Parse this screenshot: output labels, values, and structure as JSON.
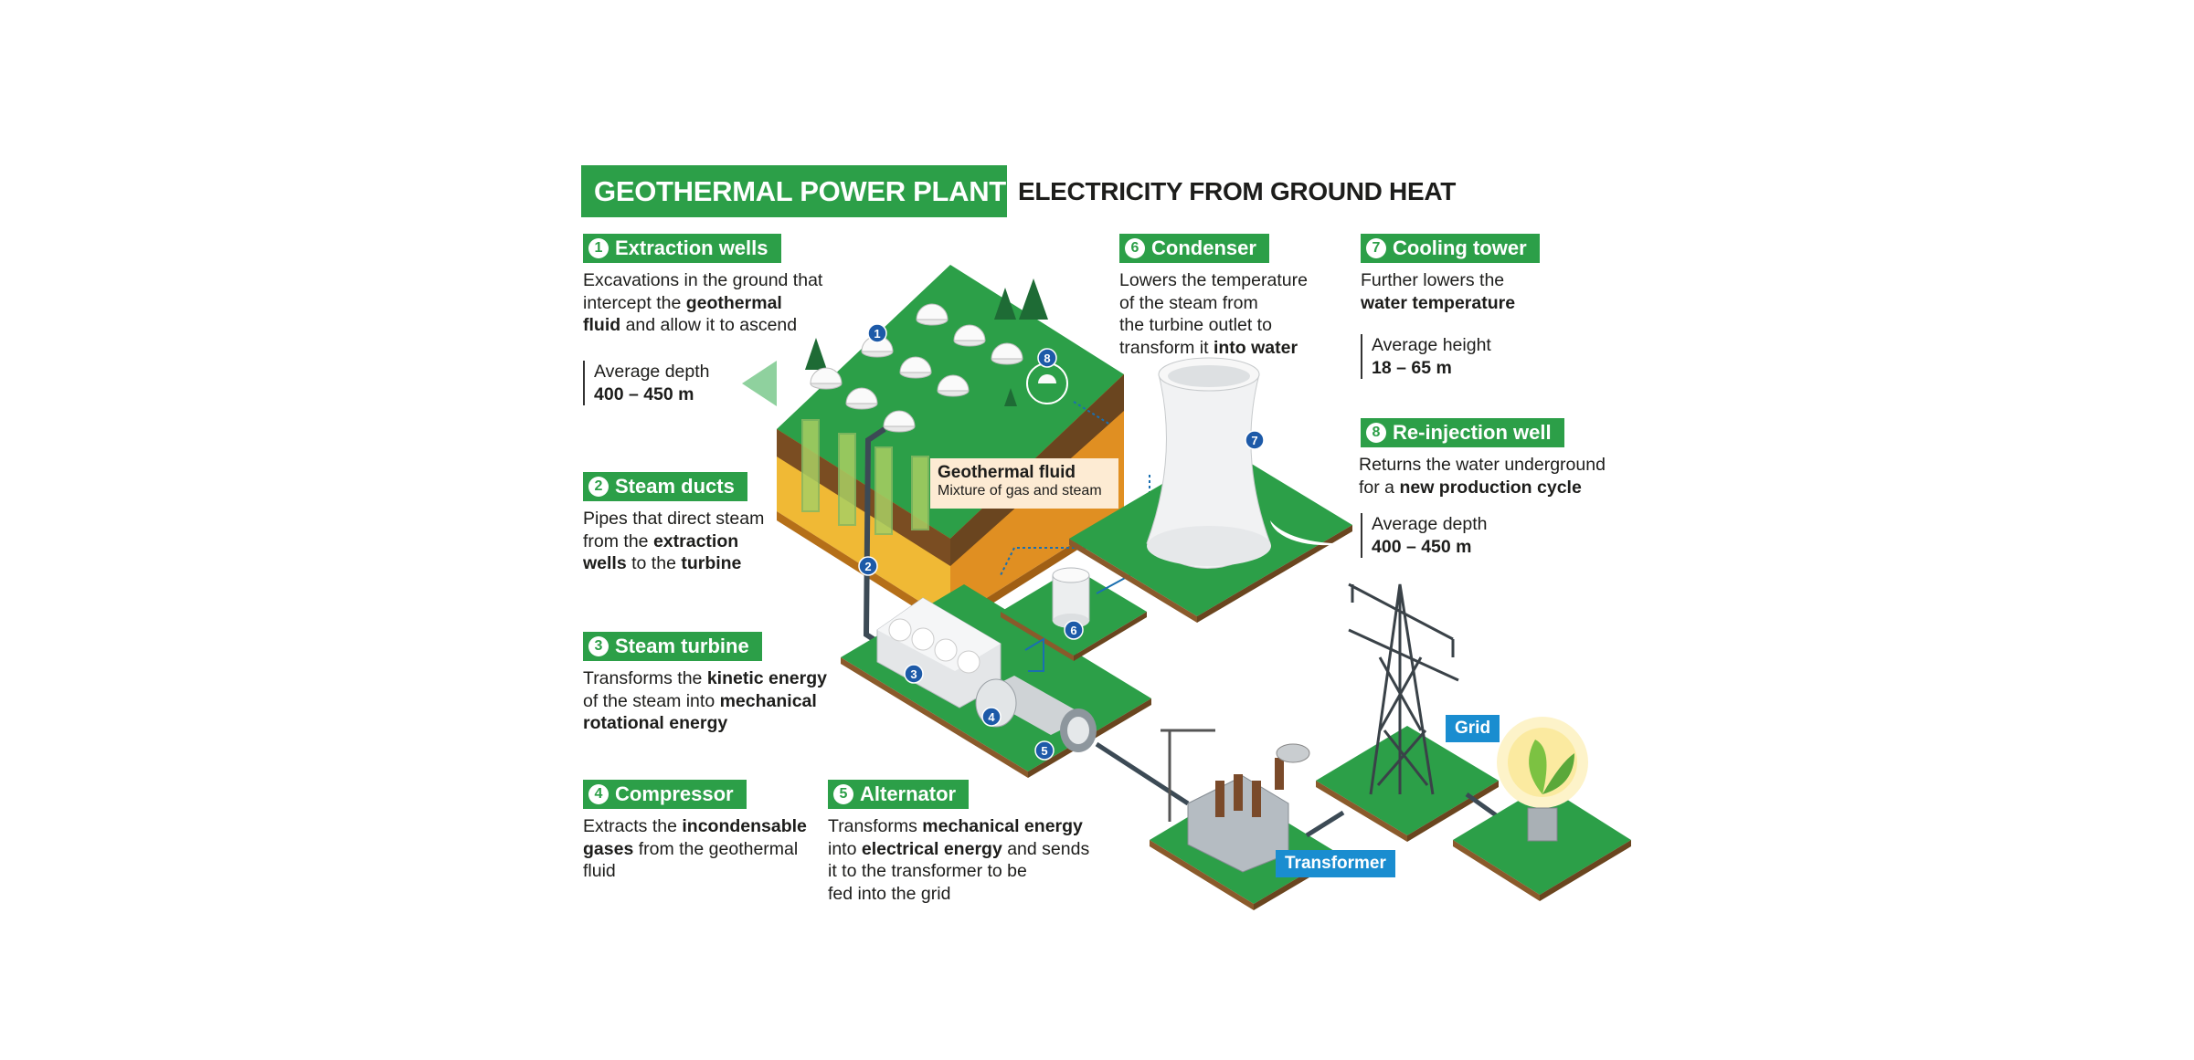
{
  "header": {
    "title": "GEOTHERMAL POWER PLANT",
    "subtitle": "ELECTRICITY FROM GROUND HEAT"
  },
  "colors": {
    "green": "#2c9f48",
    "ground_orange": "#e39a2a",
    "soil_brown": "#8a5a2b",
    "blue_label": "#1a8dd0",
    "callout_bg": "#fdebd3"
  },
  "sections": {
    "s1": {
      "num": "1",
      "title": "Extraction wells",
      "d1": "Excavations in the ground that",
      "d2a": "intercept the ",
      "d2b": "geothermal",
      "d3a": "fluid",
      "d3b": " and allow it to ascend",
      "m_label": "Average depth",
      "m_value": "400 – 450 m"
    },
    "s2": {
      "num": "2",
      "title": "Steam ducts",
      "d1": "Pipes that direct steam",
      "d2a": "from the ",
      "d2b": "extraction",
      "d3a": "wells",
      "d3b": " to the ",
      "d3c": "turbine"
    },
    "s3": {
      "num": "3",
      "title": "Steam turbine",
      "d1a": "Transforms the ",
      "d1b": "kinetic energy",
      "d2a": "of the steam into ",
      "d2b": "mechanical",
      "d3": "rotational energy"
    },
    "s4": {
      "num": "4",
      "title": "Compressor",
      "d1a": "Extracts the ",
      "d1b": "incondensable",
      "d2a": "gases",
      "d2b": " from the geothermal",
      "d3": "fluid"
    },
    "s5": {
      "num": "5",
      "title": "Alternator",
      "d1a": "Transforms ",
      "d1b": "mechanical energy",
      "d2a": "into ",
      "d2b": "electrical energy",
      "d2c": " and sends",
      "d3": "it to the transformer to be",
      "d4": "fed into the grid"
    },
    "s6": {
      "num": "6",
      "title": "Condenser",
      "d1": "Lowers the temperature",
      "d2": "of the steam from",
      "d3": "the turbine outlet to",
      "d4a": "transform it ",
      "d4b": "into water"
    },
    "s7": {
      "num": "7",
      "title": "Cooling tower",
      "d1": "Further lowers the",
      "d2": "water temperature",
      "m_label": "Average height",
      "m_value": "18 – 65 m"
    },
    "s8": {
      "num": "8",
      "title": "Re-injection well",
      "d1": "Returns the water underground",
      "d2a": "for a ",
      "d2b": "new production cycle",
      "m_label": "Average depth",
      "m_value": "400 – 450 m"
    }
  },
  "callout": {
    "title": "Geothermal fluid",
    "sub": "Mixture of gas and steam"
  },
  "labels": {
    "grid": "Grid",
    "transformer": "Transformer"
  },
  "markers": [
    "1",
    "2",
    "3",
    "4",
    "5",
    "6",
    "7",
    "8"
  ]
}
